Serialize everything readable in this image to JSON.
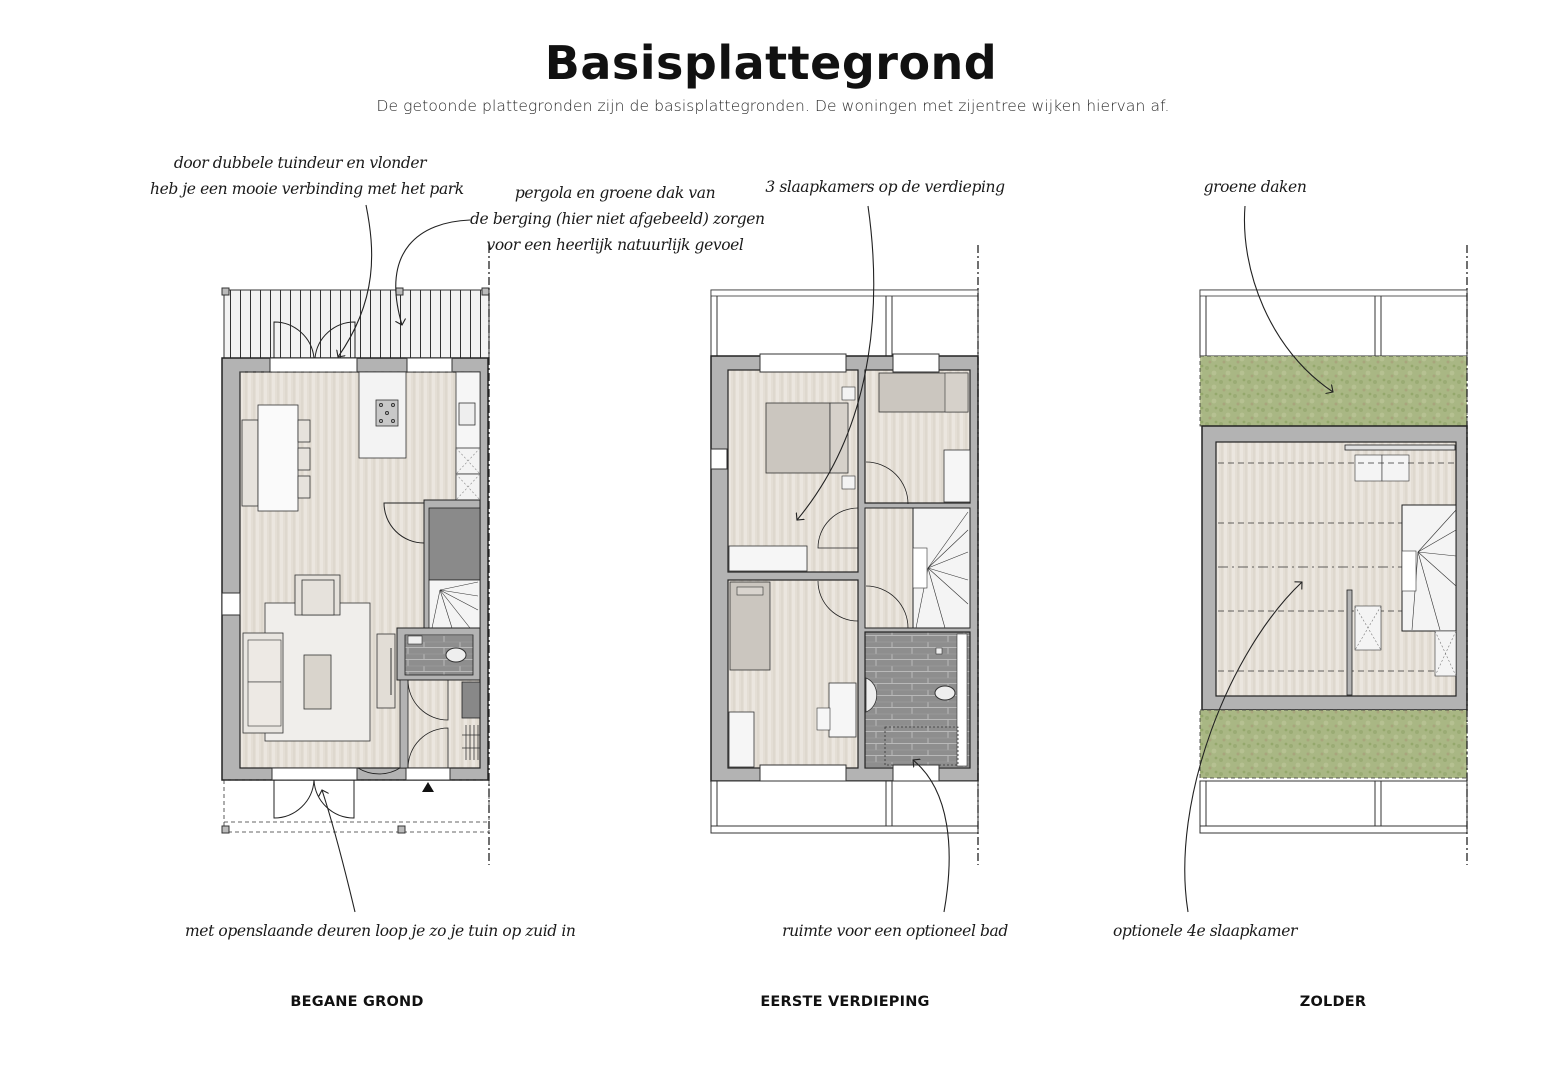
{
  "header": {
    "title": "Basisplattegrond",
    "subtitle": "De getoonde plattegronden zijn de basisplattegronden. De woningen met zijentree wijken hiervan af."
  },
  "annotations": {
    "ground_top_left": [
      "door dubbele tuindeur en vlonder",
      "heb je een mooie verbinding met het park"
    ],
    "ground_top_right": [
      "pergola en groene dak van",
      "de berging (hier niet afgebeeld) zorgen",
      "voor een heerlijk natuurlijk gevoel"
    ],
    "ground_bottom": "met openslaande deuren loop je zo je tuin op zuid in",
    "first_top": "3 slaapkamers op de verdieping",
    "first_bottom": "ruimte voor een optioneel bad",
    "attic_top": "groene daken",
    "attic_bottom": "optionele 4e slaapkamer"
  },
  "floors": [
    {
      "id": "ground",
      "label": "BEGANE GROND"
    },
    {
      "id": "first",
      "label": "EERSTE VERDIEPING"
    },
    {
      "id": "attic",
      "label": "ZOLDER"
    }
  ],
  "colors": {
    "wall": "#b3b3b3",
    "floor": "#e3ddd4",
    "tile": "#8f8f8f",
    "green_roof": "#a9b784",
    "furniture": "#f1efec",
    "furniture_dark": "#cdc8c1"
  }
}
